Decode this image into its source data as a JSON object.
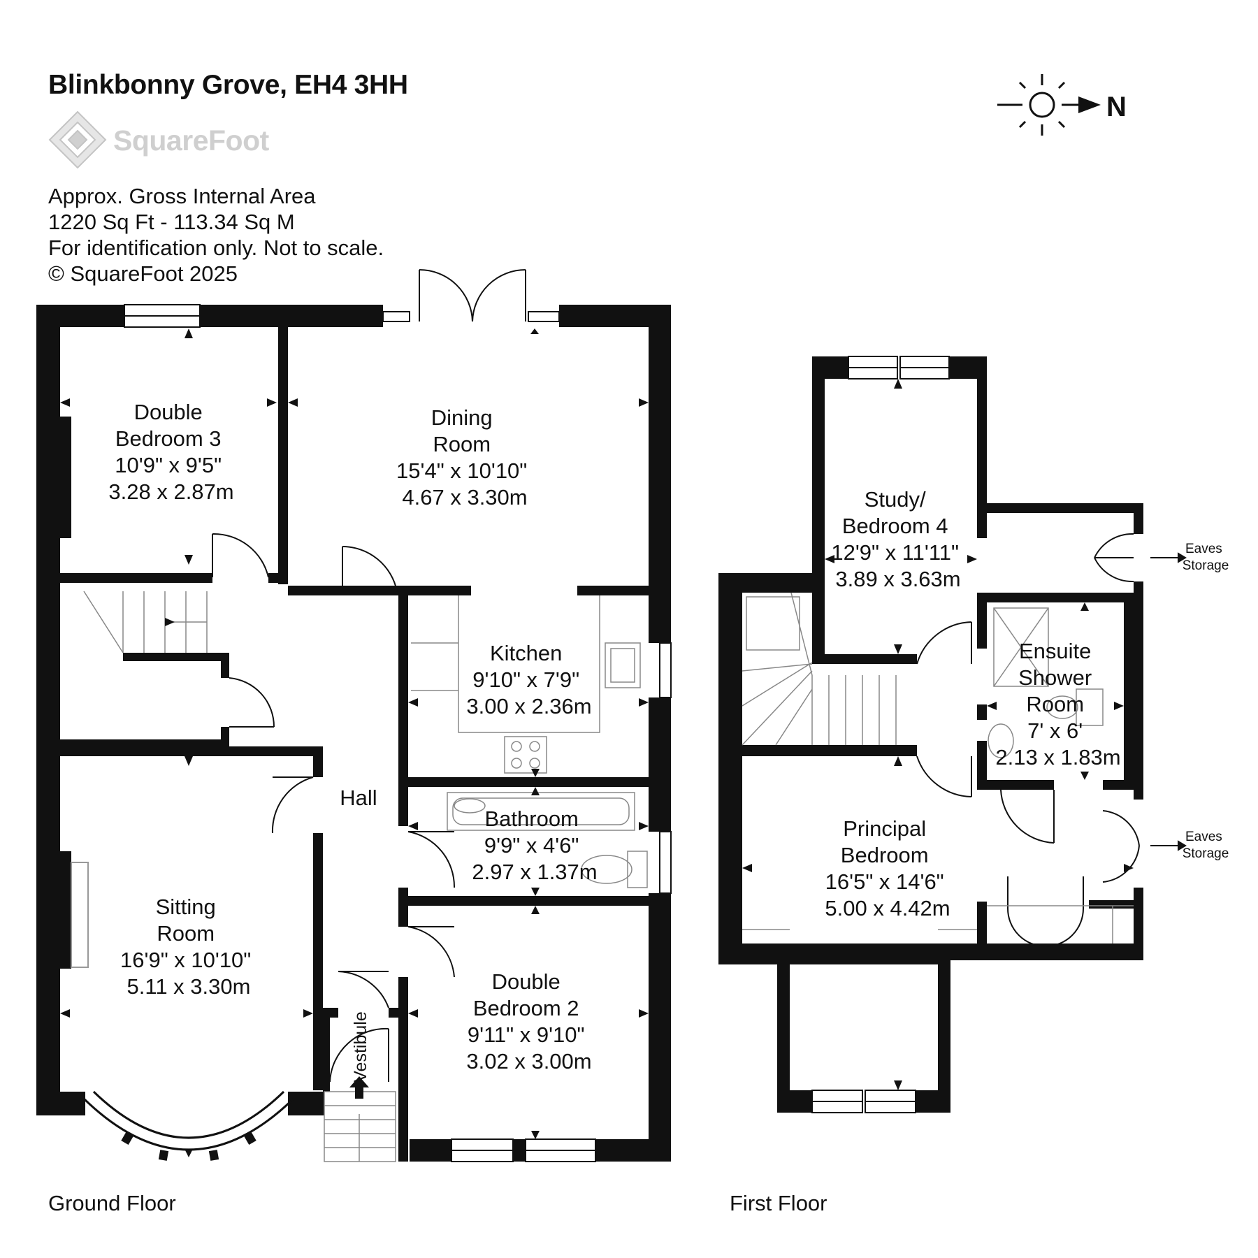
{
  "header": {
    "title": "Blinkbonny Grove, EH4 3HH",
    "brand": "SquareFoot",
    "area_label": "Approx. Gross Internal Area",
    "area_value": "1220 Sq Ft  -  113.34 Sq M",
    "disclaimer": "For identification only. Not to scale.",
    "copyright": "© SquareFoot 2025"
  },
  "compass": {
    "north_label": "N"
  },
  "floors": {
    "ground": "Ground Floor",
    "first": "First Floor"
  },
  "rooms": {
    "bedroom3": {
      "lines": [
        "Double",
        "Bedroom 3",
        "10'9\" x 9'5\"",
        "3.28 x 2.87m"
      ]
    },
    "dining": {
      "lines": [
        "Dining",
        "Room",
        "15'4\" x 10'10\"",
        "4.67 x 3.30m"
      ]
    },
    "kitchen": {
      "lines": [
        "Kitchen",
        "9'10\" x 7'9\"",
        "3.00 x 2.36m"
      ]
    },
    "hall": {
      "lines": [
        "Hall"
      ]
    },
    "bathroom": {
      "lines": [
        "Bathroom",
        "9'9\" x 4'6\"",
        "2.97 x 1.37m"
      ]
    },
    "sitting": {
      "lines": [
        "Sitting",
        "Room",
        "16'9\" x 10'10\"",
        "5.11 x 3.30m"
      ]
    },
    "bedroom2": {
      "lines": [
        "Double",
        "Bedroom 2",
        "9'11\" x 9'10\"",
        "3.02 x 3.00m"
      ]
    },
    "vestibule": {
      "lines": [
        "Vestibule"
      ]
    },
    "study": {
      "lines": [
        "Study/",
        "Bedroom 4",
        "12'9\" x 11'11\"",
        "3.89 x 3.63m"
      ]
    },
    "ensuite": {
      "lines": [
        "Ensuite",
        "Shower",
        "Room",
        "7' x 6'",
        "2.13 x 1.83m"
      ]
    },
    "principal": {
      "lines": [
        "Principal",
        "Bedroom",
        "16'5\" x 14'6\"",
        "5.00 x 4.42m"
      ]
    }
  },
  "eaves": {
    "upper": [
      "Eaves",
      "Storage"
    ],
    "lower": [
      "Eaves",
      "Storage"
    ]
  }
}
